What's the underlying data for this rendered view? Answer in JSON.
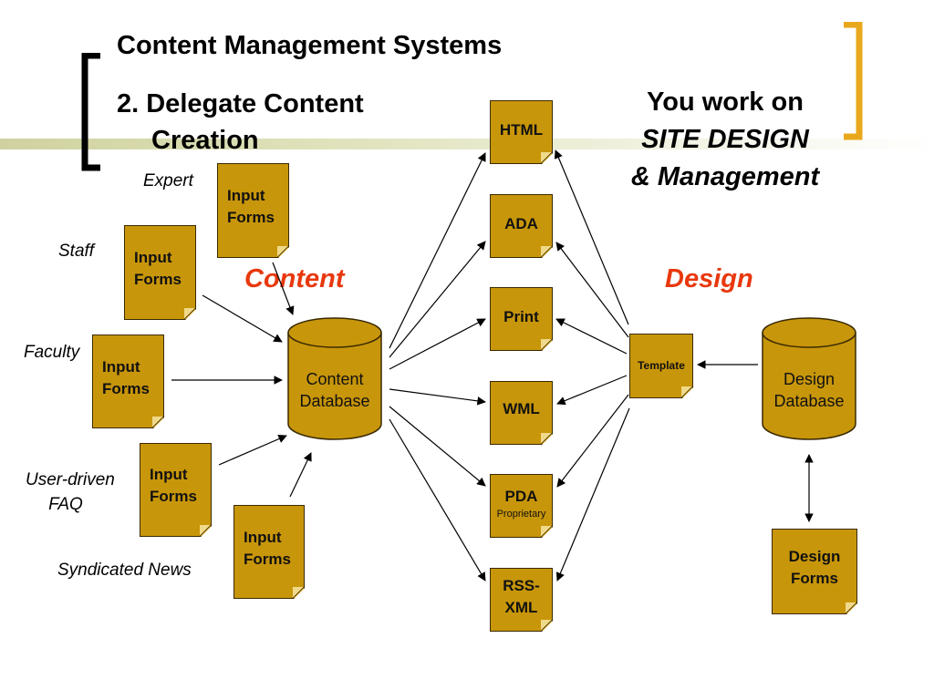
{
  "title": "Content Management Systems",
  "subtitle": {
    "line1": "2. Delegate Content",
    "line2": "Creation"
  },
  "you_work": {
    "line1": "You work on",
    "line2": "SITE  DESIGN",
    "line3": "& Management"
  },
  "sections": {
    "content": "Content",
    "design": "Design"
  },
  "sources": [
    {
      "label": "Expert",
      "form_line1": "Input",
      "form_line2": "Forms"
    },
    {
      "label": "Staff",
      "form_line1": "Input",
      "form_line2": "Forms"
    },
    {
      "label": "Faculty",
      "form_line1": "Input",
      "form_line2": "Forms"
    },
    {
      "label_line1": "User-driven",
      "label_line2": "FAQ",
      "form_line1": "Input",
      "form_line2": "Forms"
    },
    {
      "label": "Syndicated News",
      "form_line1": "Input",
      "form_line2": "Forms"
    }
  ],
  "content_database": {
    "line1": "Content",
    "line2": "Database"
  },
  "design_database": {
    "line1": "Design",
    "line2": "Database"
  },
  "outputs": [
    {
      "line1": "HTML"
    },
    {
      "line1": "ADA"
    },
    {
      "line1": "Print"
    },
    {
      "line1": "WML"
    },
    {
      "line1": "PDA",
      "small": "Proprietary"
    },
    {
      "line1": "RSS-",
      "line2": "XML"
    }
  ],
  "template": "Template",
  "design_forms": {
    "line1": "Design",
    "line2": "Forms"
  },
  "colors": {
    "doc_fill": "#c8960a",
    "accent_red": "#e8380d",
    "bracket_gold": "#e9a81b",
    "rule": "#cfd29e"
  }
}
